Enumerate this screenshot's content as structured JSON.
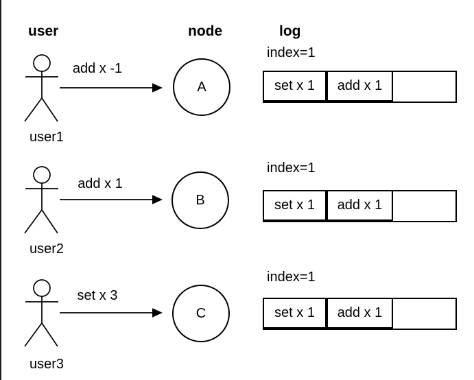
{
  "headers": {
    "user": "user",
    "node": "node",
    "log": "log"
  },
  "rows": [
    {
      "user": "user1",
      "message": "add x -1",
      "node": "A",
      "log_index": "index=1",
      "log_cells": [
        "set x 1",
        "add x 1",
        ""
      ]
    },
    {
      "user": "user2",
      "message": "add x 1",
      "node": "B",
      "log_index": "index=1",
      "log_cells": [
        "set x 1",
        "add x 1",
        ""
      ]
    },
    {
      "user": "user3",
      "message": "set x 3",
      "node": "C",
      "log_index": "index=1",
      "log_cells": [
        "set x 1",
        "add x 1",
        ""
      ]
    }
  ],
  "colors": {
    "stroke": "#000000",
    "background": "#ffffff",
    "edge_line": "#1a1a1a"
  }
}
